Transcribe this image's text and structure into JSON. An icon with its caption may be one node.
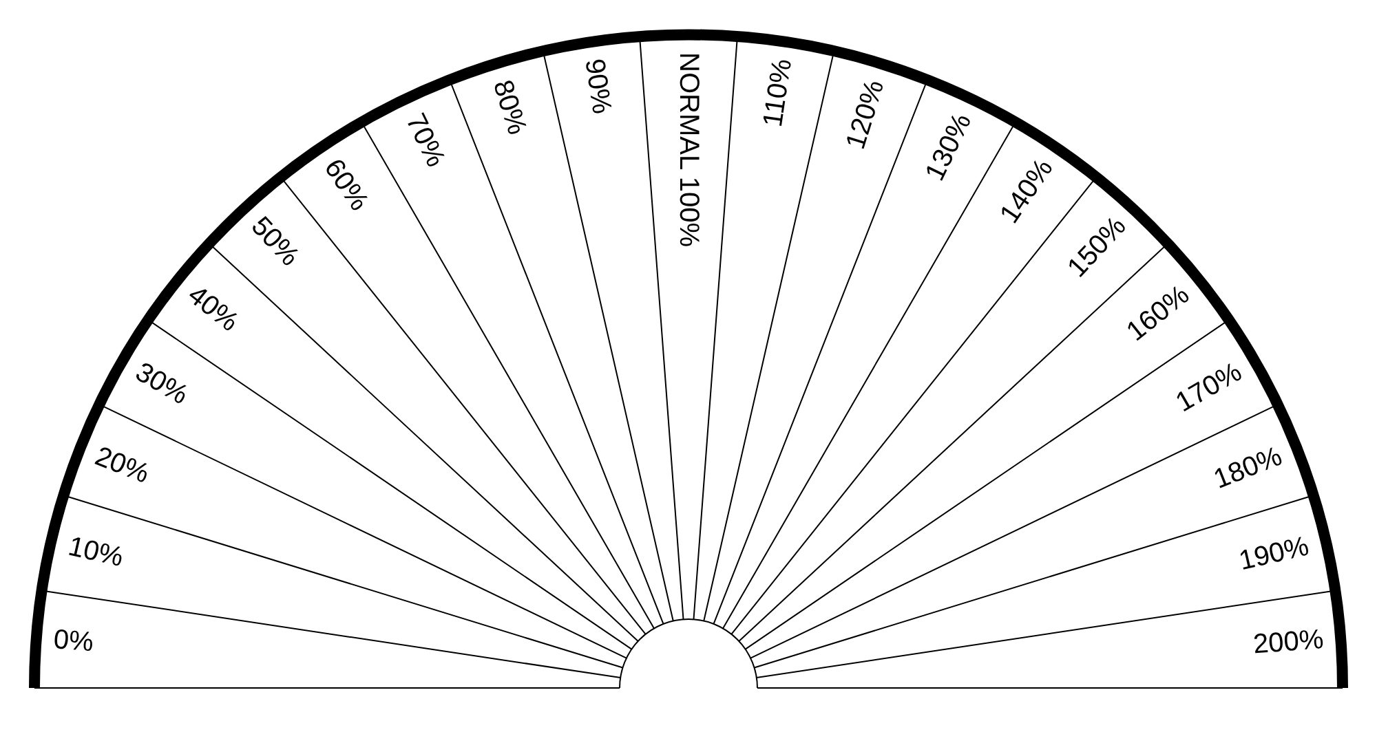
{
  "diagram": {
    "labels": [
      "0%",
      "10%",
      "20%",
      "30%",
      "40%",
      "50%",
      "60%",
      "70%",
      "80%",
      "90%",
      "NORMAL 100%",
      "110%",
      "120%",
      "130%",
      "140%",
      "150%",
      "160%",
      "170%",
      "180%",
      "190%",
      "200%"
    ]
  }
}
